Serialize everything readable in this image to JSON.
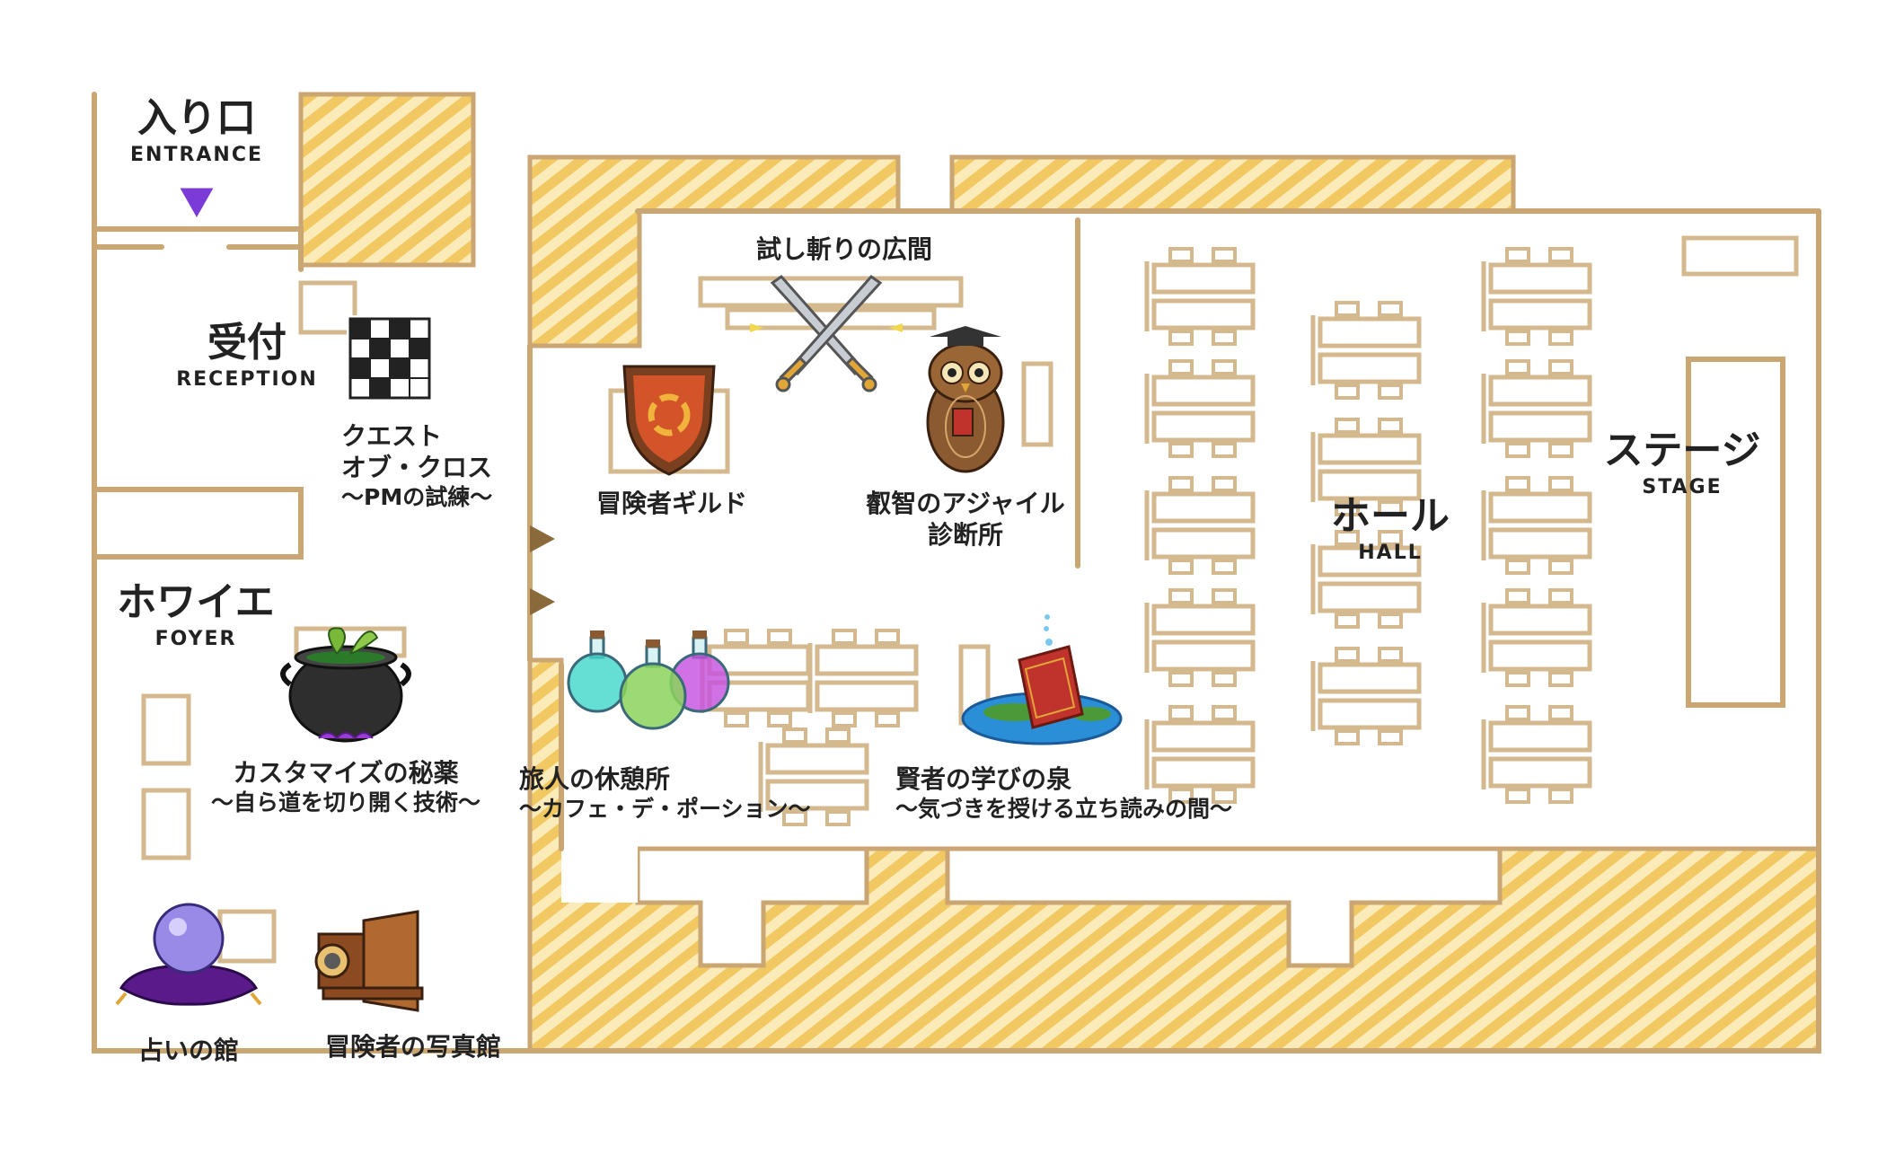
{
  "map": {
    "colors": {
      "wall": "#c9a672",
      "hatch": "#f3cd73",
      "hatch_bg": "#fbebb8",
      "floor": "#ffffff",
      "furniture": "#d5b98e",
      "entrance_marker": "#7b3bd6",
      "text": "#222222"
    },
    "areas": {
      "entrance": {
        "jp": "入り口",
        "en": "ENTRANCE"
      },
      "reception": {
        "jp": "受付",
        "en": "RECEPTION"
      },
      "foyer": {
        "jp": "ホワイエ",
        "en": "FOYER"
      },
      "hall": {
        "jp": "ホール",
        "en": "HALL"
      },
      "stage": {
        "jp": "ステージ",
        "en": "STAGE"
      }
    },
    "booths": {
      "quest": {
        "line1": "クエスト",
        "line2": "オブ・クロス",
        "line3": "〜PMの試練〜",
        "icon": "crossword-grid-icon"
      },
      "trial": {
        "name": "試し斬りの広間",
        "icon": "crossed-swords-icon"
      },
      "guild": {
        "name": "冒険者ギルド",
        "icon": "shield-icon"
      },
      "owl": {
        "line1": "叡智のアジャイル",
        "line2": "診断所",
        "icon": "owl-icon"
      },
      "potion": {
        "line1": "カスタマイズの秘薬",
        "line2": "〜自ら道を切り開く技術〜",
        "icon": "cauldron-icon"
      },
      "cafe": {
        "line1": "旅人の休憩所",
        "line2": "〜カフェ・デ・ポーション〜",
        "icon": "potion-bottles-icon"
      },
      "fountain": {
        "line1": "賢者の学びの泉",
        "line2": "〜気づきを授ける立ち読みの間〜",
        "icon": "book-fountain-icon"
      },
      "fortune": {
        "name": "占いの館",
        "icon": "crystal-ball-icon"
      },
      "photo": {
        "name": "冒険者の写真館",
        "icon": "camera-icon"
      }
    }
  }
}
